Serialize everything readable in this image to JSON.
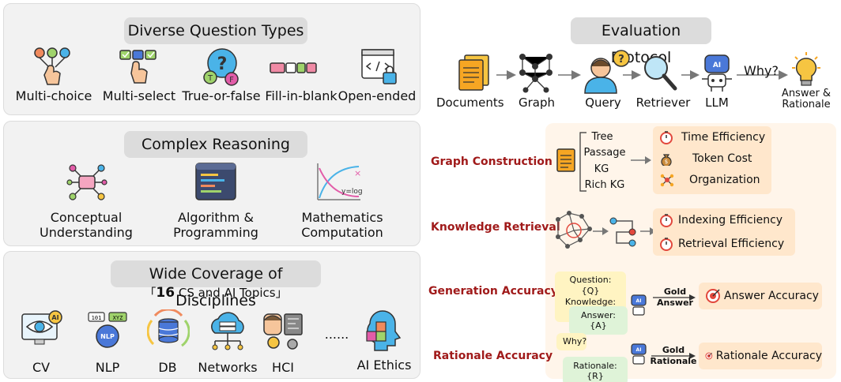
{
  "left": {
    "question_types": {
      "title": "Diverse Question Types",
      "items": [
        "Multi-choice",
        "Multi-select",
        "True-or-false",
        "Fill-in-blank",
        "Open-ended"
      ],
      "tf_letters": [
        "T",
        "F"
      ]
    },
    "reasoning": {
      "title": "Complex Reasoning Tasks",
      "items": [
        {
          "line1": "Conceptual",
          "line2": "Understanding"
        },
        {
          "line1": "Algorithm &",
          "line2": "Programming"
        },
        {
          "line1": "Mathematics",
          "line2": "Computation"
        }
      ],
      "log_text": "y=log"
    },
    "disciplines": {
      "title": "Wide Coverage of Disciplines",
      "subtitle_open": "「",
      "subtitle_number": "16",
      "subtitle_rest": " CS and AI Topics」",
      "items": [
        "CV",
        "NLP",
        "DB",
        "Networks",
        "HCI",
        "AI Ethics"
      ],
      "ellipsis": "......",
      "cv_badge": "AI",
      "nlp_codes": [
        "101",
        "XYZ",
        "NLP"
      ]
    }
  },
  "right": {
    "protocol": {
      "title": "Evaluation Protocol",
      "pipeline": [
        "Documents",
        "Graph",
        "Query",
        "Retriever",
        "LLM"
      ],
      "why_label": "Why?",
      "answer_line1": "Answer &",
      "answer_line2": "Rationale",
      "llm_badge": "AI"
    },
    "graph_construction": {
      "label": "Graph Construction",
      "types": [
        "Tree",
        "Passage",
        "KG",
        "Rich KG"
      ],
      "metrics": [
        "Time Efficiency",
        "Token Cost",
        "Organization"
      ]
    },
    "knowledge_retrieval": {
      "label": "Knowledge Retrieval",
      "metrics": [
        "Indexing Efficiency",
        "Retrieval Efficiency"
      ]
    },
    "generation_accuracy": {
      "label": "Generation Accuracy",
      "question": "Question: {Q}",
      "knowledge": "Knowledge: {K}",
      "answer": "Answer: {A}",
      "gold_line1": "Gold",
      "gold_line2": "Answer",
      "metric": "Answer Accuracy"
    },
    "rationale_accuracy": {
      "label": "Rationale Accuracy",
      "why": "Why?",
      "rationale": "Rationale: {R}",
      "gold_line1": "Gold",
      "gold_line2": "Rationale",
      "metric": "Rationale Accuracy"
    }
  },
  "colors": {
    "panel_bg": "#f2f2f2",
    "pill_bg": "#dcdcdc",
    "accent_red": "#a01a1a",
    "metric_bg": "#ffe7cc",
    "flow_bg": "#fff5ea",
    "yellow_bubble": "#fff4c2",
    "green_bubble": "#dff3d8"
  }
}
